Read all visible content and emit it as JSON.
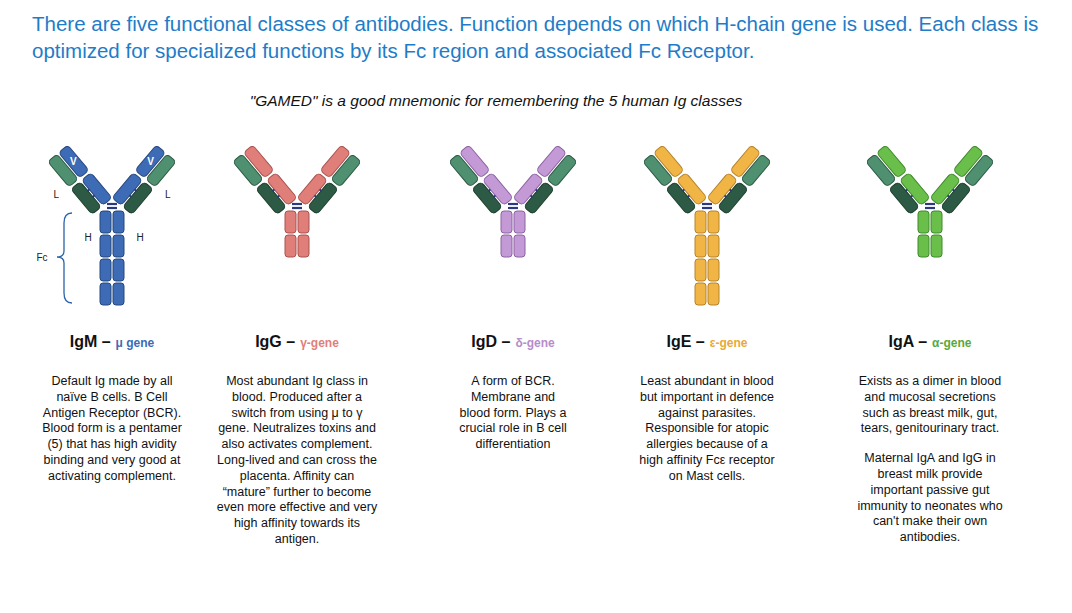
{
  "diagram": {
    "title": "There are five functional classes of antibodies. Function depends on which H-chain gene is used. Each class is optimized for specialized functions by its Fc region and associated Fc Receptor.",
    "labels": [
      "\"GAMED\" is a good mnemonic for remembering the 5 human Ig classes",
      "V",
      "V",
      "L",
      "L",
      "H",
      "H",
      "Fc",
      "IgM –",
      "μ gene",
      "Default Ig made by all naïve B cells. B Cell Antigen Receptor (BCR). Blood form is a pentamer (5) that has high avidity binding and very good at activating complement.",
      "IgG –",
      "γ-gene",
      "Most abundant Ig class in blood. Produced after a switch from using μ to γ gene. Neutralizes toxins and also activates complement. Long-lived and can cross the placenta. Affinity can “mature” further to become even more effective and very high affinity towards its antigen.",
      "IgD –",
      "δ-gene",
      "A form of BCR. Membrane and blood form. Plays a crucial role in B cell differentiation",
      "IgE –",
      "ε-gene",
      "Least abundant in blood but important in defence against parasites. Responsible for atopic allergies because of a high affinity Fcε receptor on Mast cells.",
      "IgA –",
      "α-gene",
      "Exists as a dimer in blood and mucosal secretions such as breast milk, gut, tears, genitourinary tract.",
      "Maternal IgA and IgG in breast milk provide important passive gut immunity to neonates who can't make their own antibodies."
    ]
  }
}
